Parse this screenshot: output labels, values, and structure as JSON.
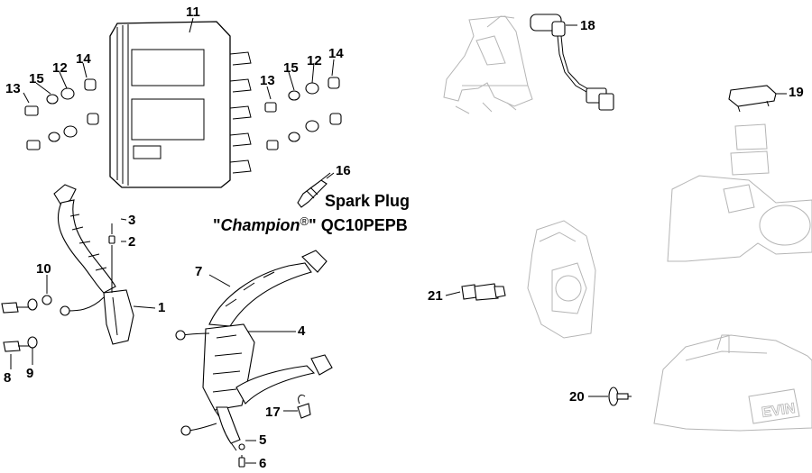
{
  "callouts": {
    "c1": "1",
    "c2": "2",
    "c3": "3",
    "c4": "4",
    "c5": "5",
    "c6": "6",
    "c7": "7",
    "c8": "8",
    "c9": "9",
    "c10": "10",
    "c11": "11",
    "c12a": "12",
    "c12b": "12",
    "c13a": "13",
    "c13b": "13",
    "c14a": "14",
    "c14b": "14",
    "c15a": "15",
    "c15b": "15",
    "c16": "16",
    "c17": "17",
    "c18": "18",
    "c19": "19",
    "c20": "20",
    "c21": "21"
  },
  "spark_plug_note": {
    "line1": "Spark Plug",
    "quote_open": "\"",
    "brand": "Champion",
    "registered": "®",
    "quote_close": "\"",
    "model": "QC10PEPB"
  },
  "cowl_logo": "EVIN"
}
